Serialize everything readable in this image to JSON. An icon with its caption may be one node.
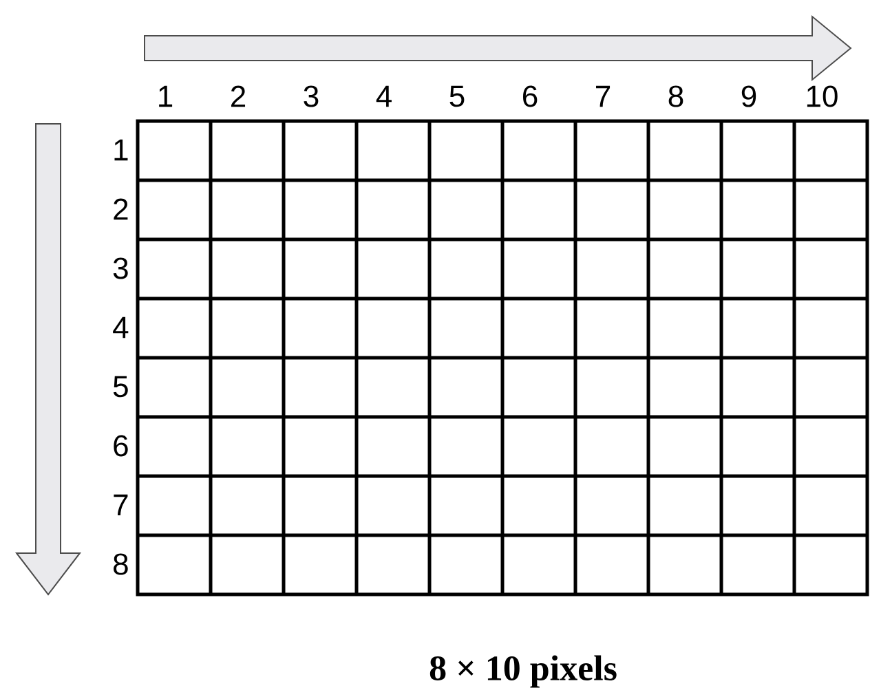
{
  "diagram": {
    "caption": "8 × 10 pixels",
    "labels": [
      "1",
      "2",
      "3",
      "4",
      "5",
      "6",
      "7",
      "8",
      "9",
      "10",
      "1",
      "2",
      "3",
      "4",
      "5",
      "6",
      "7",
      "8"
    ]
  }
}
